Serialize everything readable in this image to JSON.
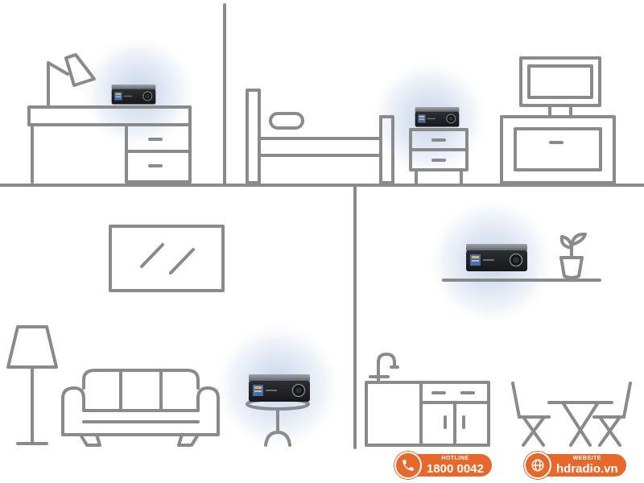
{
  "colors": {
    "line": "#8a8a8a",
    "glow": "#c9d6ea",
    "device_body": "#3a3d42",
    "accent": "#e8672a"
  },
  "icons": [
    "phone-icon",
    "globe-icon"
  ],
  "hotline": {
    "label": "HOTLINE",
    "number": "1800 0042"
  },
  "website": {
    "label": "WEBSITE",
    "url": "hdradio.vn"
  }
}
